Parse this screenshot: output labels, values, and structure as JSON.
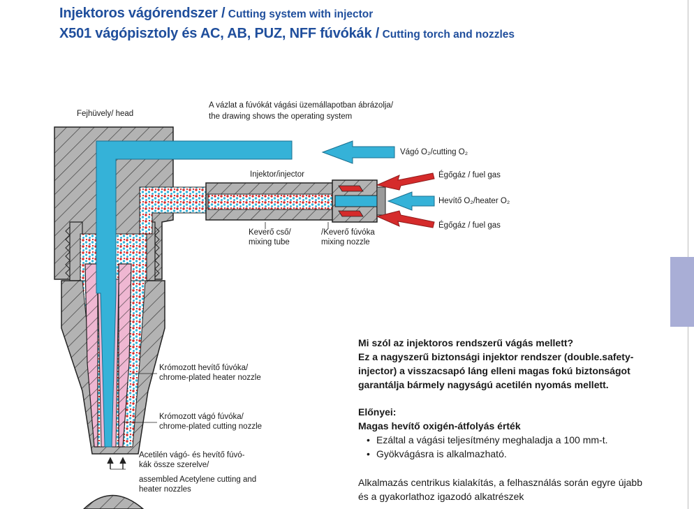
{
  "title": {
    "line1_hu": "Injektoros vágórendszer /",
    "line1_en": "Cutting system with injector",
    "line2_hu": "X501 vágópisztoly és AC, AB, PUZ, NFF fúvókák /",
    "line2_en": "Cutting torch and nozzles"
  },
  "diagram": {
    "head": "Fejhüvely/ head",
    "drawing_note_1": "A vázlat a fúvókát vágási üzemállapotban ábrázolja/",
    "drawing_note_2": "the drawing shows the operating system",
    "cutting_o2": "Vágó O₂/cutting O₂",
    "injector": "Injektor/injector",
    "fuel_gas_1": "Égőgáz / fuel gas",
    "heater_o2": "Hevítő O₂/heater O₂",
    "fuel_gas_2": "Égőgáz / fuel gas",
    "mixing_tube_1": "Keverő cső/",
    "mixing_tube_2": "mixing tube",
    "mixing_nozzle_1": "/Keverő fúvóka",
    "mixing_nozzle_2": "mixing nozzle",
    "heater_nozzle_1": "Krómozott hevítő fúvóka/",
    "heater_nozzle_2": "chrome-plated heater nozzle",
    "cutting_nozzle_1": "Krómozott vágó fúvóka/",
    "cutting_nozzle_2": "chrome-plated cutting nozzle",
    "assembled_1": "Acetilén vágó- és hevítő fúvó-",
    "assembled_2": "kák össze szerelve/",
    "assembled_3": "assembled Acetylene cutting and",
    "assembled_4": "heater nozzles"
  },
  "text": {
    "question": "Mi szól az injektoros rendszerű vágás mellett?",
    "answer_1": "Ez a nagyszerű biztonsági injektor rendszer (double.safety-",
    "answer_2": "injector) a visszacsapó láng elleni magas fokú biztonságot",
    "answer_3": "garantálja bármely nagyságú acetilén nyomás mellett.",
    "advantages": "Előnyei:",
    "flow_heading": "Magas hevítő oxigén-átfolyás érték",
    "bullet_1": "Ezáltal a vágási teljesítmény meghaladja a 100 mm-t.",
    "bullet_2": "Gyökvágásra is alkalmazható.",
    "app_1": "Alkalmazás centrikus kialakítás, a felhasználás során egyre újabb",
    "app_2": "és a gyakorlathoz igazodó alkatrészek"
  },
  "colors": {
    "title_blue": "#1f4e9c",
    "oxygen_cyan": "#35b2d8",
    "fuel_red": "#d52b2b",
    "nozzle_pink": "#efb7d2",
    "body_grey": "#b3b3b3",
    "side_tab": "#a9aed6"
  }
}
